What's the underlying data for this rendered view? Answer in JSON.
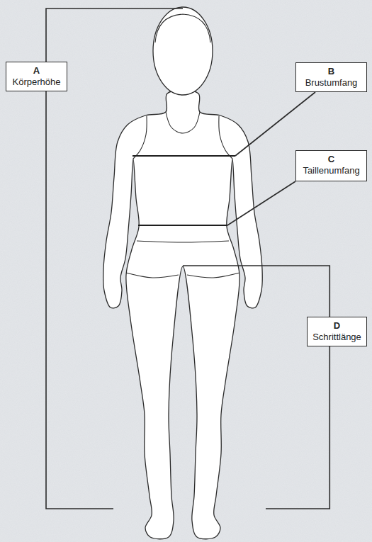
{
  "diagram": {
    "nodes": [
      {
        "text": [
          "A",
          "Körperhöhe"
        ]
      },
      {
        "text": [
          "B",
          "Brustumfang"
        ]
      },
      {
        "text": [
          "C",
          "Taillenumfang"
        ]
      },
      {
        "text": [
          "D",
          "Schrittlänge"
        ]
      }
    ]
  }
}
